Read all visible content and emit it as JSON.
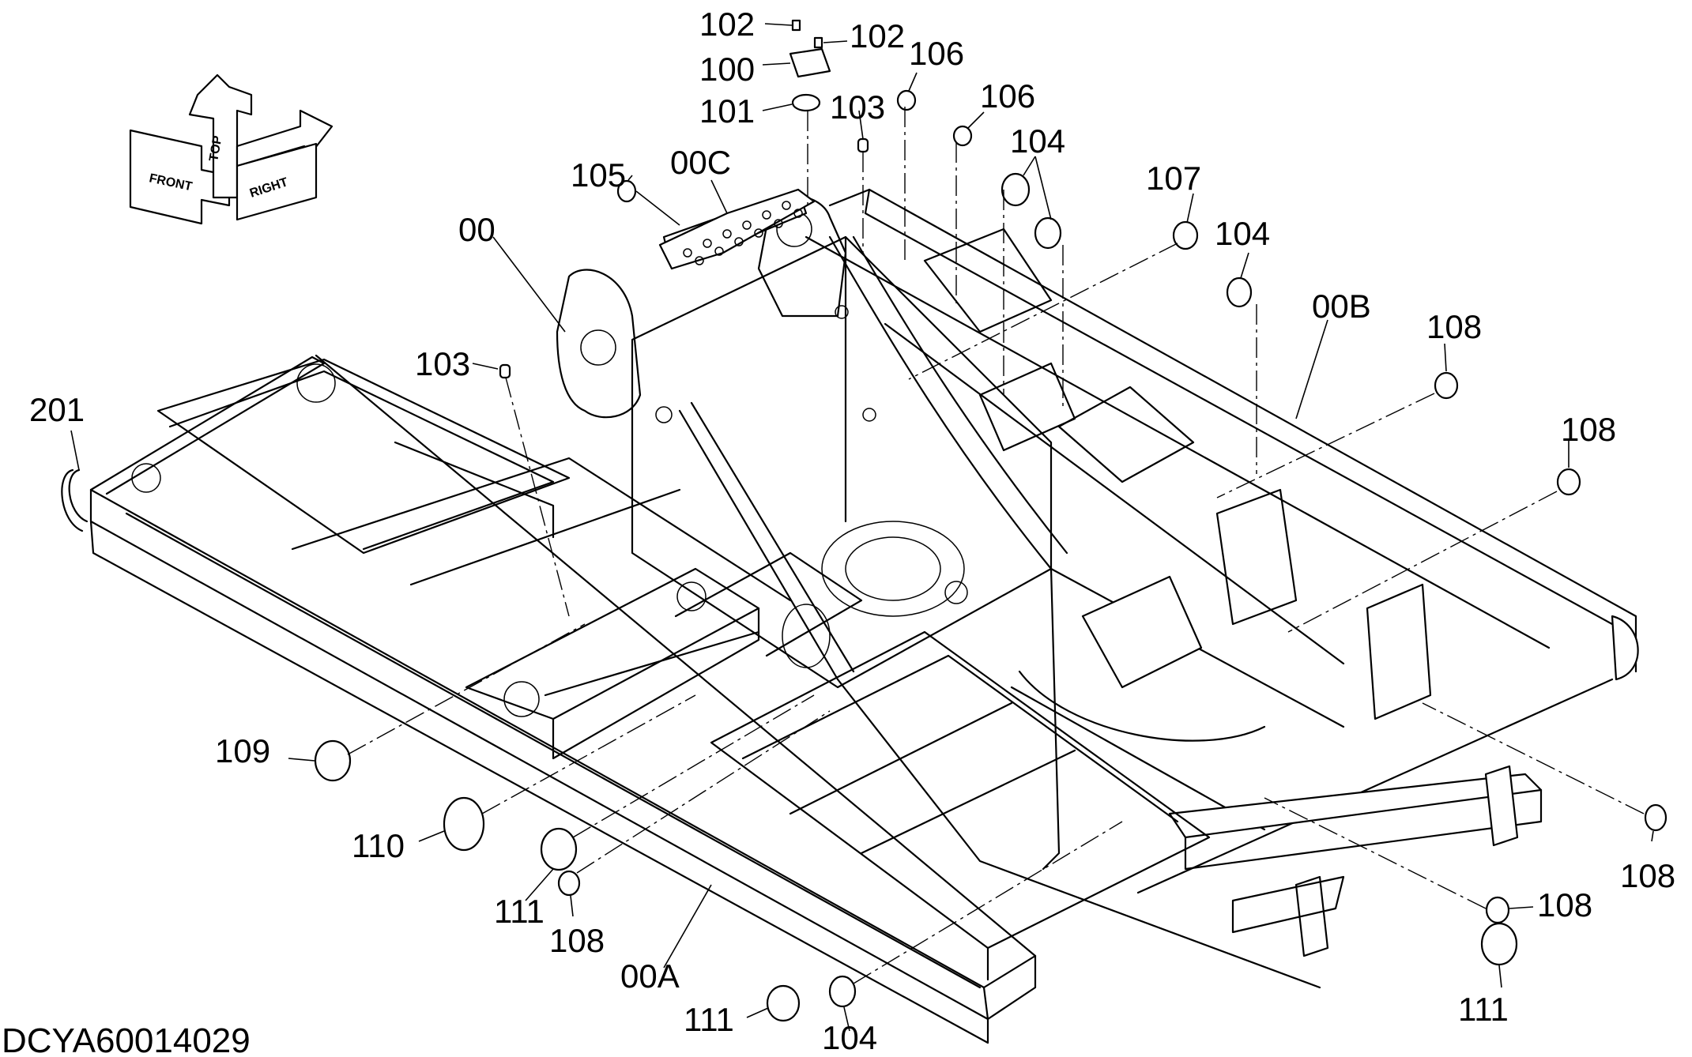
{
  "drawing_code": "DCYA60014029",
  "orientation": {
    "front": "FRONT",
    "top": "TOP",
    "right": "RIGHT"
  },
  "callouts": {
    "c00": "00",
    "c00A": "00A",
    "c00B": "00B",
    "c00C": "00C",
    "c100": "100",
    "c101": "101",
    "c102a": "102",
    "c102b": "102",
    "c103a": "103",
    "c103b": "103",
    "c104a": "104",
    "c104b": "104",
    "c104c": "104",
    "c105": "105",
    "c106a": "106",
    "c106b": "106",
    "c107": "107",
    "c108a": "108",
    "c108b": "108",
    "c108c": "108",
    "c108d": "108",
    "c108e": "108",
    "c109": "109",
    "c110": "110",
    "c111a": "111",
    "c111b": "111",
    "c111c": "111",
    "c201": "201"
  }
}
